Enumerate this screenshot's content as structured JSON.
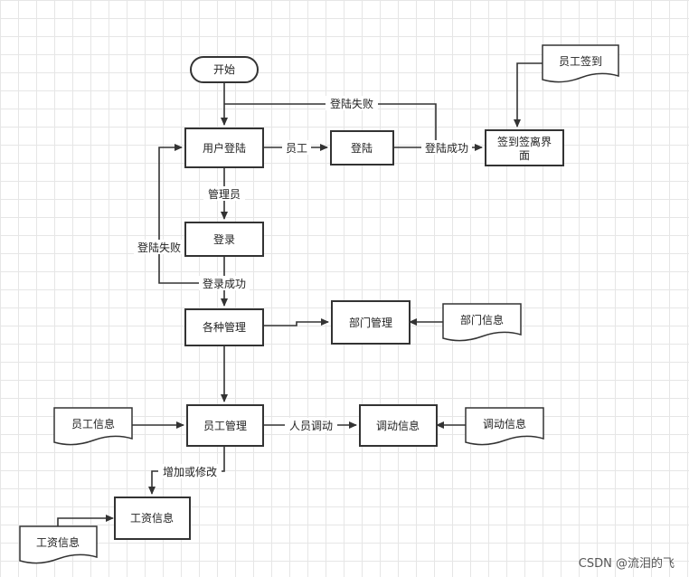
{
  "nodes": {
    "start": "开始",
    "user_login": "用户登陆",
    "login_staff": "登陆",
    "sign_page_line1": "签到签离界",
    "sign_page_line2": "面",
    "staff_signin": "员工签到",
    "login_admin": "登录",
    "manage_all": "各种管理",
    "dept_manage": "部门管理",
    "dept_info": "部门信息",
    "staff_info": "员工信息",
    "staff_manage": "员工管理",
    "transfer_info": "调动信息",
    "transfer_info_doc": "调动信息",
    "salary_info": "工资信息",
    "salary_info_doc": "工资信息"
  },
  "edges": {
    "login_fail_top": "登陆失败",
    "staff": "员工",
    "login_success": "登陆成功",
    "admin": "管理员",
    "login_fail_left": "登陆失败",
    "login_success_admin": "登录成功",
    "personnel_transfer": "人员调动",
    "add_or_modify": "增加或修改"
  },
  "watermark": "CSDN @流泪的飞"
}
